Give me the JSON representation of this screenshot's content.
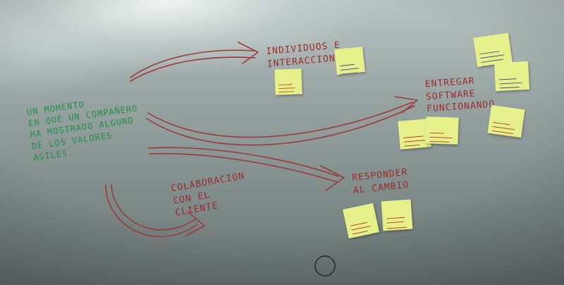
{
  "green_text": "UN MOMENTO\nEN QUE UN COMPAÑERO\nHA MOSTRADO ALGUNO\nDE LOS VALORES\nAGILES.",
  "values": {
    "individuals": "INDIVIDUOS E\nINTERACCIONES",
    "software": "ENTREGAR\nSOFTWARE\nFUNCIONANDO",
    "collaboration": "COLABORACIÓN\nCON EL\nCLIENTE",
    "change": "RESPONDER\nAL CAMBIO"
  },
  "colors": {
    "green_marker": "#1f8f4a",
    "red_marker": "#9b2a2a",
    "sticky": "#e6f08a"
  }
}
